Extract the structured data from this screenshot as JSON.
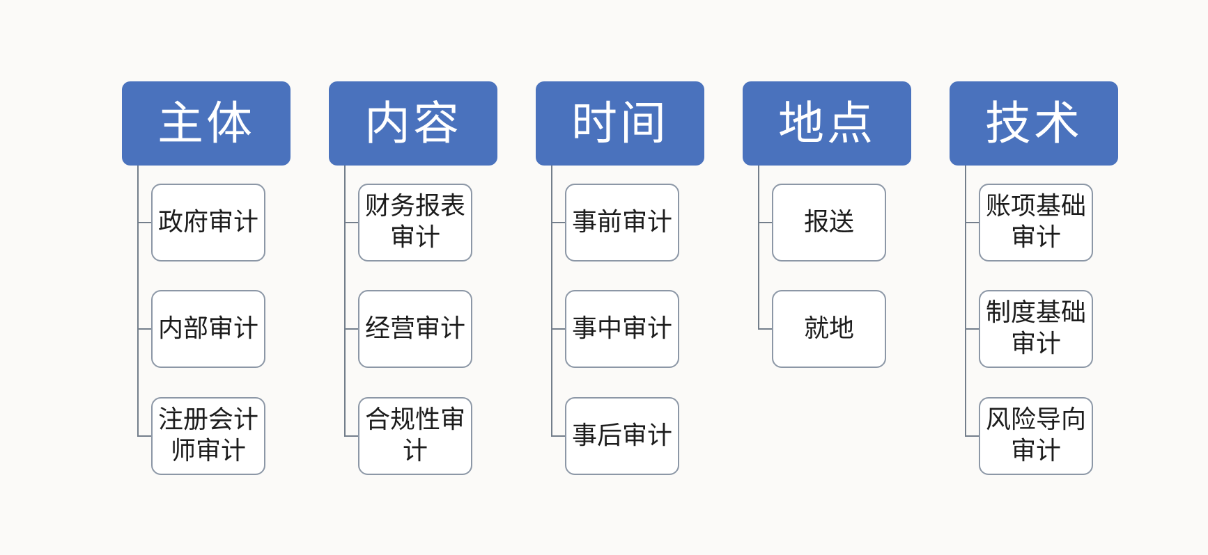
{
  "diagram": {
    "name": "audit-classification-smartart",
    "colors": {
      "background": "#fbfaf8",
      "header_bg": "#4a72bd",
      "header_text": "#ffffff",
      "box_bg": "#ffffff",
      "box_border": "#8c97a6",
      "connector_line": "#737e8b",
      "box_text": "#1c1c1c"
    },
    "columns": [
      {
        "header": "主体",
        "children": [
          "政府审计",
          "内部审计",
          "注册会计师审计"
        ]
      },
      {
        "header": "内容",
        "children": [
          "财务报表审计",
          "经营审计",
          "合规性审计"
        ]
      },
      {
        "header": "时间",
        "children": [
          "事前审计",
          "事中审计",
          "事后审计"
        ]
      },
      {
        "header": "地点",
        "children": [
          "报送",
          "就地"
        ]
      },
      {
        "header": "技术",
        "children": [
          "账项基础审计",
          "制度基础审计",
          "风险导向审计"
        ]
      }
    ]
  }
}
